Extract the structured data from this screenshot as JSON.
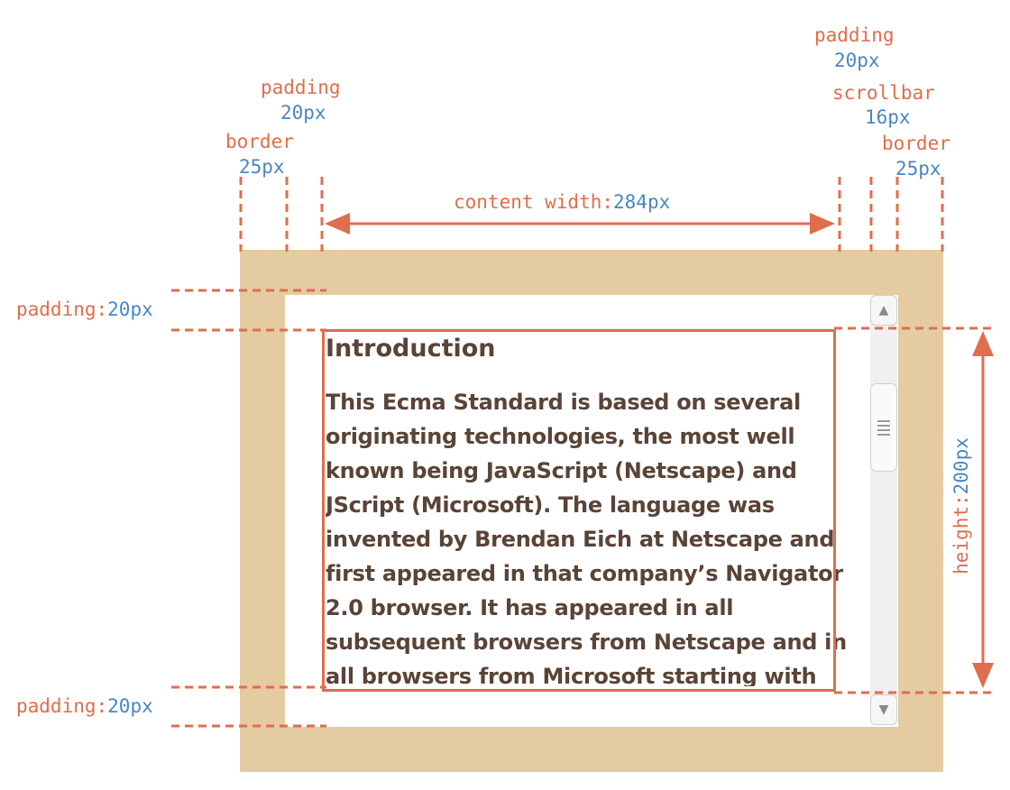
{
  "labels": {
    "padding_top_left": {
      "name": "padding",
      "value": "20px"
    },
    "border_top_left": {
      "name": "border",
      "value": "25px"
    },
    "padding_top_right": {
      "name": "padding",
      "value": "20px"
    },
    "scrollbar_top_right": {
      "name": "scrollbar",
      "value": "16px"
    },
    "border_top_right": {
      "name": "border",
      "value": "25px"
    },
    "content_width": {
      "name": "content width:",
      "value": "284px"
    },
    "padding_left_top": {
      "name": "padding:",
      "value": "20px"
    },
    "padding_left_bottom": {
      "name": "padding:",
      "value": "20px"
    },
    "height": {
      "name": "height:",
      "value": "200px"
    }
  },
  "content": {
    "heading": "Introduction",
    "body": "This Ecma Standard is based on several originating technologies, the most well known being JavaScript (Netscape) and JScript (Microsoft). The language was invented by Brendan Eich at Netscape and first appeared in that company’s Navigator 2.0 browser. It has appeared in all subsequent browsers from Netscape and in all browsers from Microsoft starting with"
  },
  "icons": {
    "scroll_up": "▲",
    "scroll_down": "▼"
  },
  "colors": {
    "annotation": "#e06d4e",
    "value": "#4a86c0",
    "border_fill": "#e4cba1",
    "text": "#5a4337"
  }
}
